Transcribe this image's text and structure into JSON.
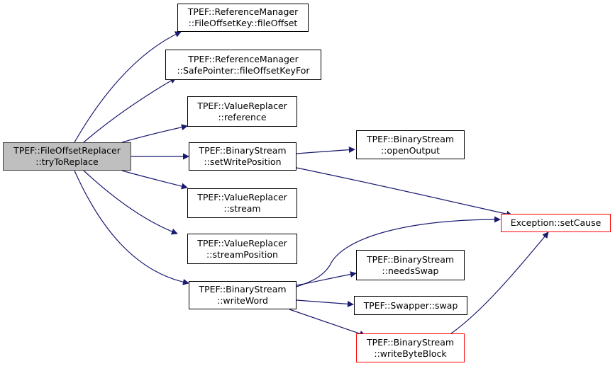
{
  "colors": {
    "edge": "#191970",
    "node_border": "#000000",
    "root_fill": "#bfbfbf",
    "root_border": "#404040",
    "highlight_border": "#ff0000"
  },
  "nodes": {
    "try_to_replace": {
      "line1": "TPEF::FileOffsetReplacer",
      "line2": "::tryToReplace"
    },
    "file_offset": {
      "line1": "TPEF::ReferenceManager",
      "line2": "::FileOffsetKey::fileOffset"
    },
    "file_offset_key_for": {
      "line1": "TPEF::ReferenceManager",
      "line2": "::SafePointer::fileOffsetKeyFor"
    },
    "reference": {
      "line1": "TPEF::ValueReplacer",
      "line2": "::reference"
    },
    "set_write_position": {
      "line1": "TPEF::BinaryStream",
      "line2": "::setWritePosition"
    },
    "stream": {
      "line1": "TPEF::ValueReplacer",
      "line2": "::stream"
    },
    "stream_position": {
      "line1": "TPEF::ValueReplacer",
      "line2": "::streamPosition"
    },
    "write_word": {
      "line1": "TPEF::BinaryStream",
      "line2": "::writeWord"
    },
    "open_output": {
      "line1": "TPEF::BinaryStream",
      "line2": "::openOutput"
    },
    "set_cause": {
      "line1": "Exception::setCause"
    },
    "needs_swap": {
      "line1": "TPEF::BinaryStream",
      "line2": "::needsSwap"
    },
    "swap": {
      "line1": "TPEF::Swapper::swap"
    },
    "write_byte_block": {
      "line1": "TPEF::BinaryStream",
      "line2": "::writeByteBlock"
    }
  }
}
